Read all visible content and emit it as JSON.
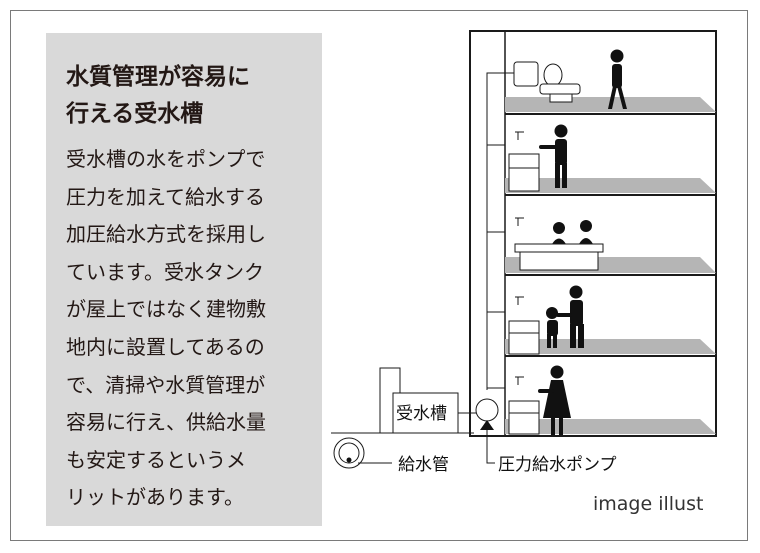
{
  "panel": {
    "title_lines": [
      "水質管理が容易に",
      "行える受水槽"
    ],
    "body_lines": [
      "受水槽の水をポンプで",
      "圧力を加えて給水する",
      "加圧給水方式を採用し",
      "ています。受水タンク",
      "が屋上ではなく建物敷",
      "地内に設置してあるの",
      "で、清掃や水質管理が",
      "容易に行え、供給水量",
      "も安定するというメ",
      "リットがあります。"
    ]
  },
  "diagram": {
    "tank_label": "受水槽",
    "supply_pipe_label": "給水管",
    "pump_label": "圧力給水ポンプ"
  },
  "caption": "image illust",
  "colors": {
    "panel_bg": "#d9d9d9",
    "text": "#231815",
    "floor": "#b5b5b5",
    "line": "#1a1a1a"
  }
}
